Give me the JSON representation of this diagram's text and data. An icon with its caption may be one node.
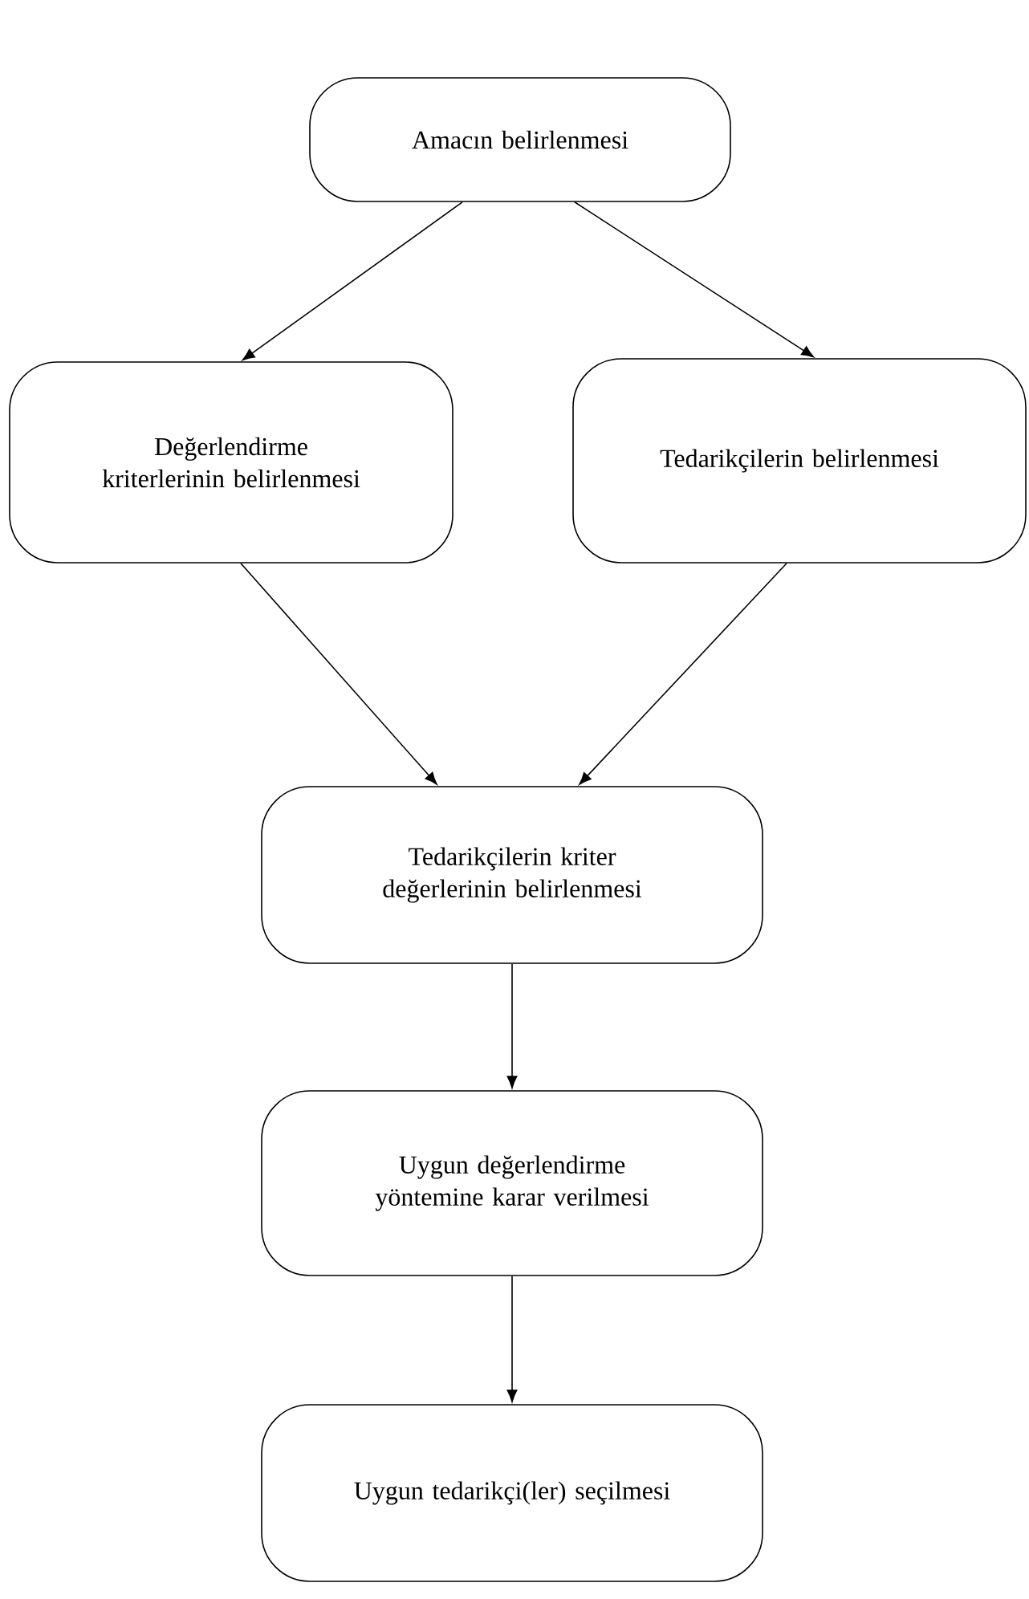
{
  "diagram": {
    "nodes": [
      {
        "text": [
          "Amacın belirlenmesi"
        ]
      },
      {
        "text": [
          "Değerlendirme kriterlerinin belirlenmesi"
        ]
      },
      {
        "text": [
          "Tedarikçilerin belirlenmesi"
        ]
      },
      {
        "text": [
          "Tedarikçilerin kriter değerlerinin belirlenmesi"
        ]
      },
      {
        "text": [
          "Uygun değerlendirme yöntemine karar verilmesi"
        ]
      },
      {
        "text": [
          "Uygun tedarikçi(ler) seçilmesi"
        ]
      }
    ],
    "edges": [
      {
        "from": 0,
        "to": 1,
        "arrow": "to"
      },
      {
        "from": 0,
        "to": 2,
        "arrow": "to"
      },
      {
        "from": 1,
        "to": 3,
        "arrow": "to"
      },
      {
        "from": 2,
        "to": 3,
        "arrow": "to"
      },
      {
        "from": 3,
        "to": 4,
        "arrow": "to"
      },
      {
        "from": 4,
        "to": 5,
        "arrow": "to"
      }
    ]
  }
}
